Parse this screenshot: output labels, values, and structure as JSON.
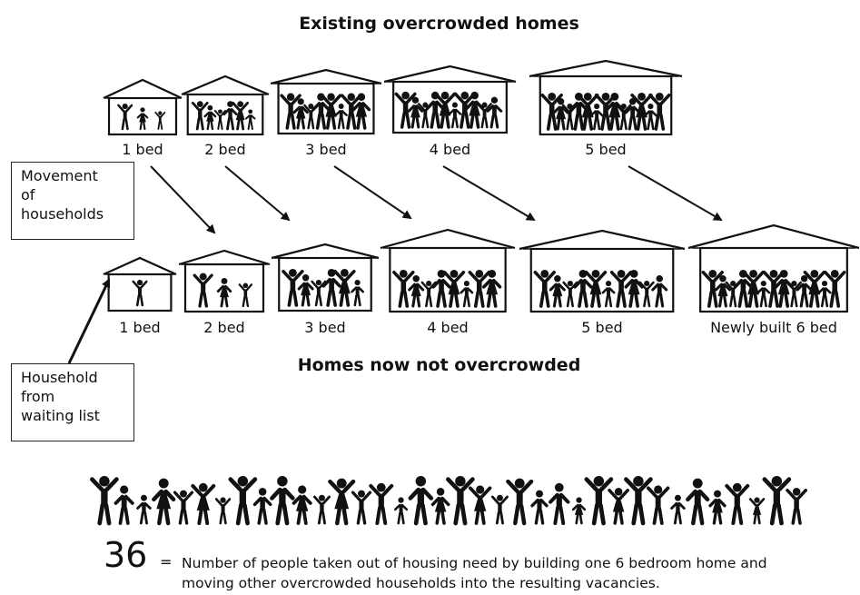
{
  "titles": {
    "top": "Existing overcrowded homes",
    "bottom": "Homes now not overcrowded"
  },
  "top_row": [
    {
      "label": "1 bed",
      "people": 3
    },
    {
      "label": "2 bed",
      "people": 6
    },
    {
      "label": "3 bed",
      "people": 8
    },
    {
      "label": "4 bed",
      "people": 10
    },
    {
      "label": "5 bed",
      "people": 13
    }
  ],
  "bottom_row": [
    {
      "label": "1 bed",
      "people": 1
    },
    {
      "label": "2 bed",
      "people": 3
    },
    {
      "label": "3 bed",
      "people": 6
    },
    {
      "label": "4 bed",
      "people": 8
    },
    {
      "label": "5 bed",
      "people": 10
    },
    {
      "label": "Newly built 6 bed",
      "people": 13
    }
  ],
  "notes": {
    "movement": [
      "Movement",
      "of",
      "households"
    ],
    "waiting": [
      "Household",
      "from",
      "waiting list"
    ]
  },
  "summary": {
    "number": "36",
    "equals": "=",
    "text_line1": "Number of people taken out of housing need by building one 6 bedroom home and",
    "text_line2": "moving other overcrowded households into the resulting vacancies.",
    "crowd_count": 36
  },
  "colors": {
    "ink": "#111111",
    "background": "#ffffff"
  }
}
